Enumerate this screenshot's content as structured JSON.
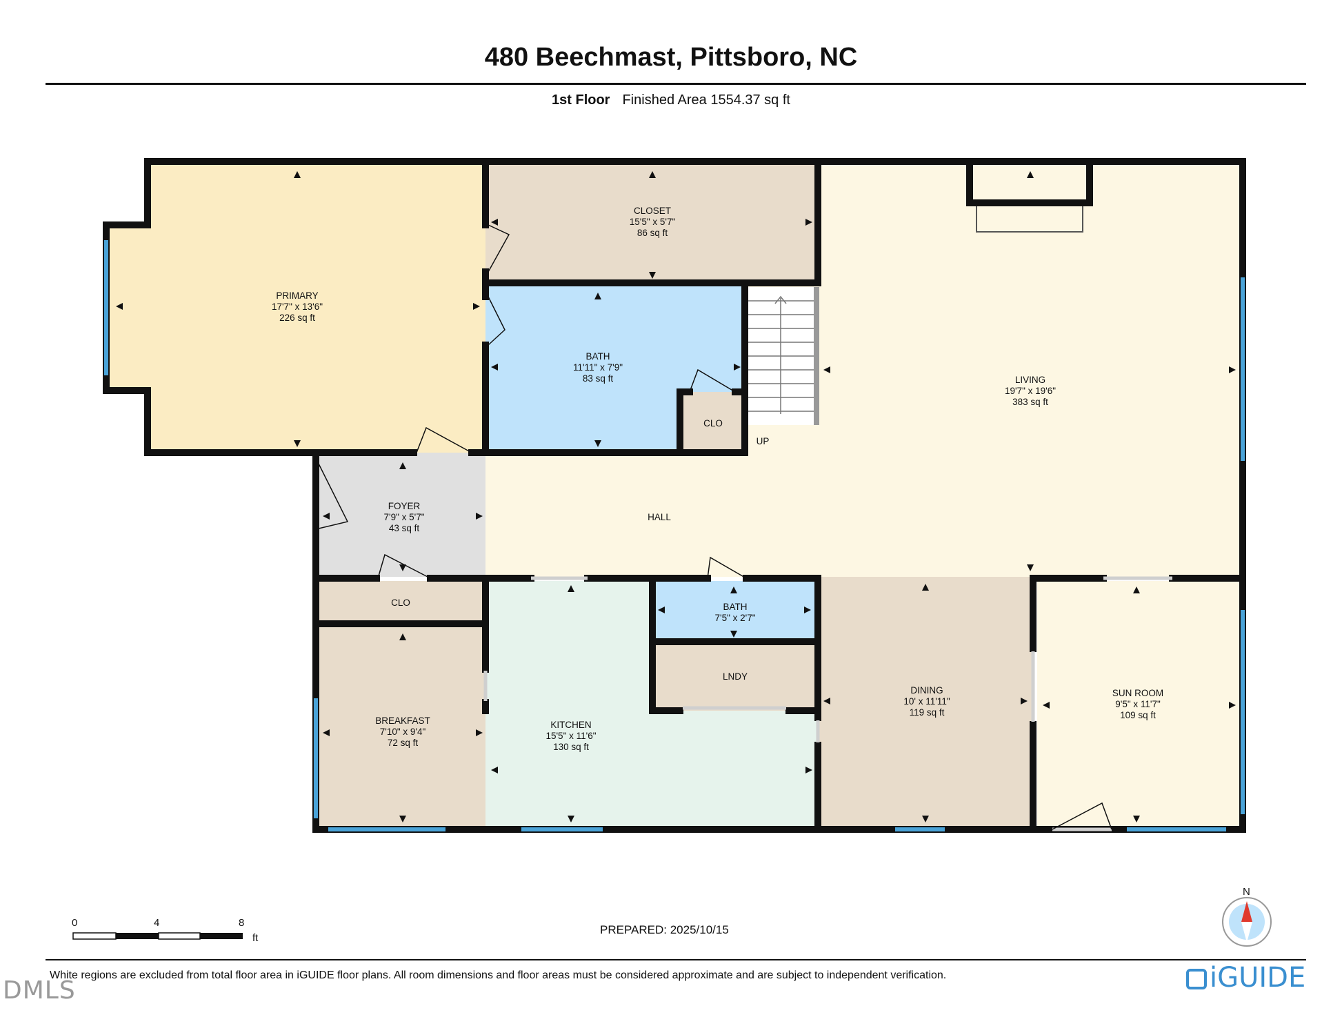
{
  "header": {
    "title": "480 Beechmast, Pittsboro, NC",
    "floor": "1st Floor",
    "area": "Finished Area 1554.37 sq ft"
  },
  "rooms": {
    "primary": {
      "name": "PRIMARY",
      "dims": "17'7\" x 13'6\"",
      "area": "226 sq ft"
    },
    "closet": {
      "name": "CLOSET",
      "dims": "15'5\" x 5'7\"",
      "area": "86 sq ft"
    },
    "bath1": {
      "name": "BATH",
      "dims": "11'11\" x 7'9\"",
      "area": "83 sq ft"
    },
    "clo1": {
      "name": "CLO"
    },
    "up": {
      "name": "UP"
    },
    "living": {
      "name": "LIVING",
      "dims": "19'7\" x 19'6\"",
      "area": "383 sq ft"
    },
    "foyer": {
      "name": "FOYER",
      "dims": "7'9\" x 5'7\"",
      "area": "43 sq ft"
    },
    "hall": {
      "name": "HALL"
    },
    "clo2": {
      "name": "CLO"
    },
    "breakfast": {
      "name": "BREAKFAST",
      "dims": "7'10\" x 9'4\"",
      "area": "72 sq ft"
    },
    "kitchen": {
      "name": "KITCHEN",
      "dims": "15'5\" x 11'6\"",
      "area": "130 sq ft"
    },
    "bath2": {
      "name": "BATH",
      "dims": "7'5\" x 2'7\""
    },
    "lndy": {
      "name": "LNDY"
    },
    "dining": {
      "name": "DINING",
      "dims": "10' x 11'11\"",
      "area": "119 sq ft"
    },
    "sunroom": {
      "name": "SUN ROOM",
      "dims": "9'5\" x 11'7\"",
      "area": "109 sq ft"
    }
  },
  "colors": {
    "wall": "#111111",
    "window": "#4aa3d8",
    "primary": "#fbecc3",
    "closet": "#e8dccb",
    "bath": "#bfe3fb",
    "living": "#fdf7e3",
    "foyer": "#e0e0e0",
    "kitchen": "#e6f3ec",
    "breakfast": "#e8dccb",
    "dining": "#e8dccb",
    "sunroom": "#fdf7e3"
  },
  "scale": {
    "labels": [
      "0",
      "4",
      "8"
    ],
    "unit": "ft"
  },
  "compass": {
    "label": "N"
  },
  "prepared": "PREPARED: 2025/10/15",
  "disclaimer": "White regions are excluded from total floor area in iGUIDE floor plans. All room dimensions and floor areas must be considered approximate and are subject to independent verification.",
  "watermark": "DMLS",
  "brand": "iGUIDE"
}
